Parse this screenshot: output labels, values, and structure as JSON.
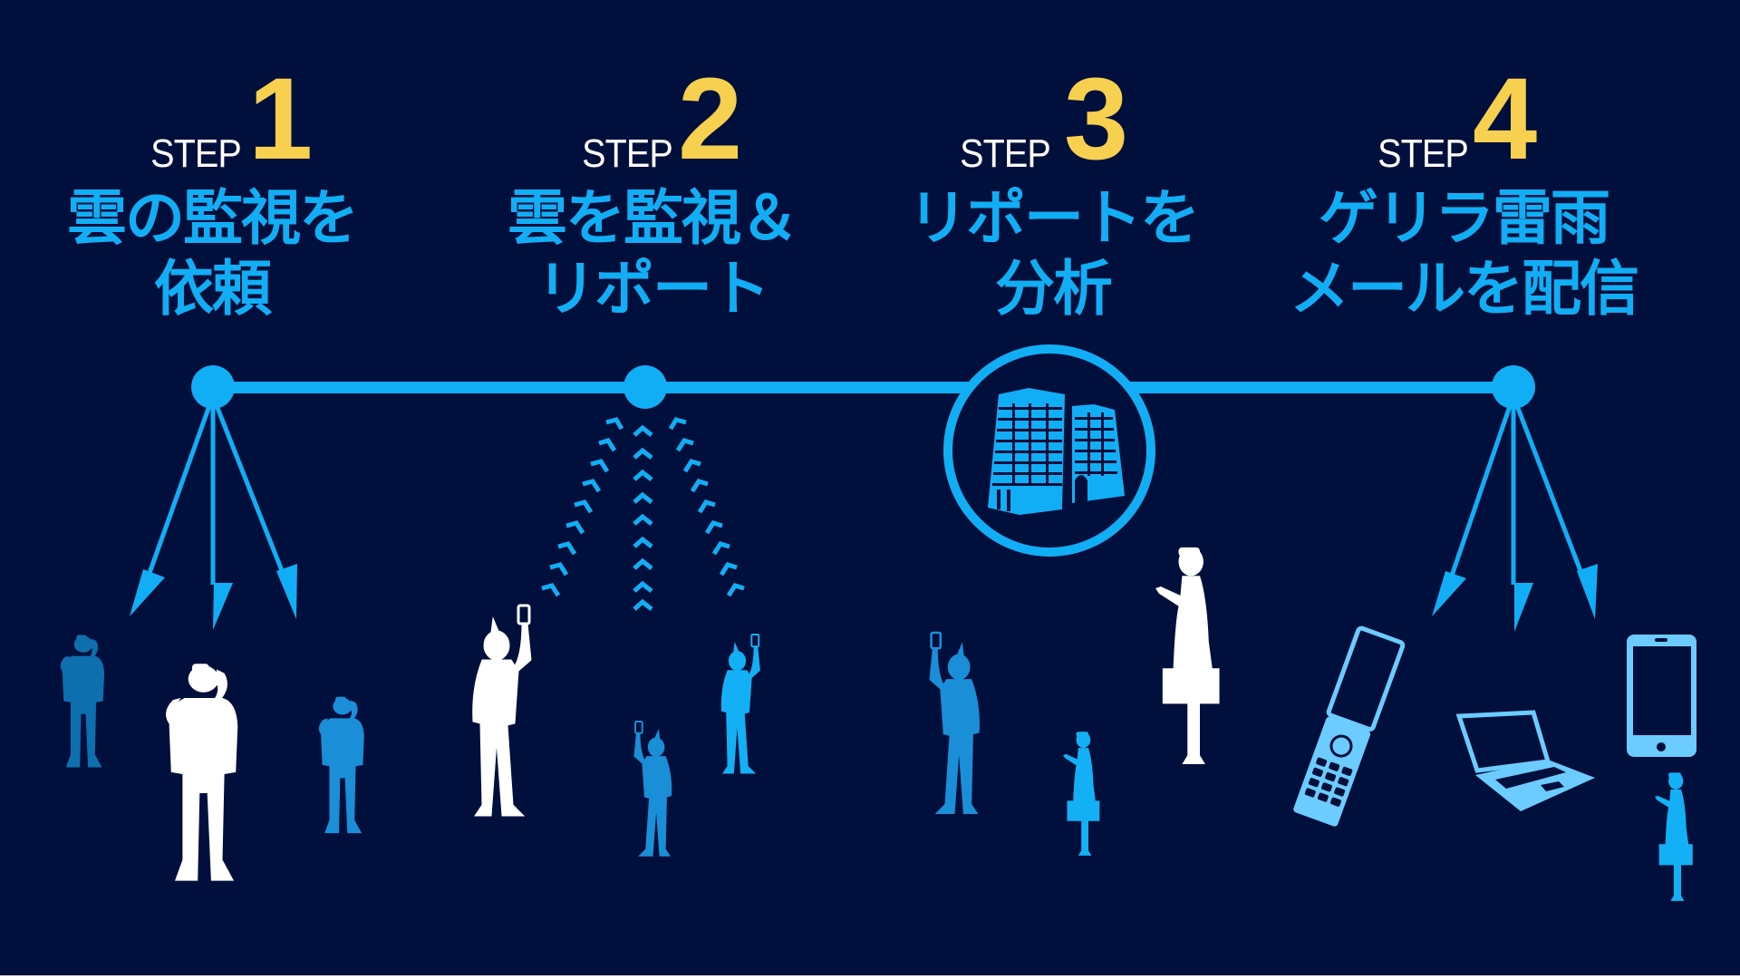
{
  "colors": {
    "background": "#000f3b",
    "title_text": "#12aef5",
    "step_word": "#ffffff",
    "step_number": "#f7d050",
    "timeline": "#12aef5",
    "device": "#6ccbff",
    "figure_white": "#ffffff",
    "figure_dark_blue": "#0e6fae",
    "figure_mid_blue": "#1a8fd8",
    "figure_bright_blue": "#14b0f6"
  },
  "steps": [
    {
      "word": "STEP",
      "number": "1",
      "title_lines": [
        "雲の監視を",
        "依頼"
      ],
      "icon": "broadcast-arrows-icon"
    },
    {
      "word": "STEP",
      "number": "2",
      "title_lines": [
        "雲を監視＆",
        "リポート"
      ],
      "icon": "upload-chevrons-icon"
    },
    {
      "word": "STEP",
      "number": "3",
      "title_lines": [
        "リポートを",
        "分析"
      ],
      "icon": "office-building-icon"
    },
    {
      "word": "STEP",
      "number": "4",
      "title_lines": [
        "ゲリラ雷雨",
        "メールを配信"
      ],
      "icon": "broadcast-arrows-icon"
    }
  ],
  "illustrations": {
    "step1": [
      "binoculars-person-icon",
      "binoculars-person-icon",
      "binoculars-person-icon"
    ],
    "step2": [
      "phone-photo-person-icon",
      "phone-photo-person-icon",
      "phone-photo-person-icon"
    ],
    "step3": [
      "phone-photo-person-icon",
      "phone-reading-woman-icon",
      "phone-reading-woman-icon"
    ],
    "step4": [
      "flip-phone-icon",
      "laptop-icon",
      "smartphone-icon",
      "phone-reading-woman-icon"
    ]
  }
}
